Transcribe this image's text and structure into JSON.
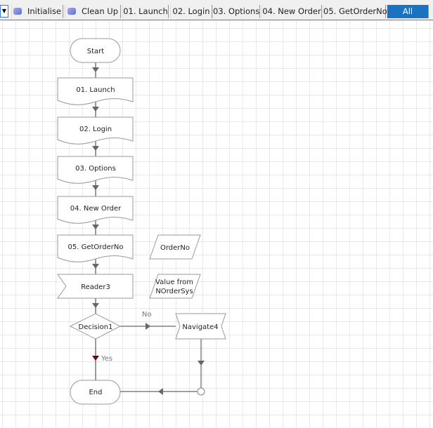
{
  "tabs": [
    {
      "label": "Initialise",
      "icon": "initialise-icon"
    },
    {
      "label": "Clean Up",
      "icon": "cleanup-icon"
    },
    {
      "label": "01. Launch"
    },
    {
      "label": "02. Login"
    },
    {
      "label": "03. Options"
    },
    {
      "label": "04. New Order"
    },
    {
      "label": "05. GetOrderNo"
    },
    {
      "label": "All",
      "active": true
    }
  ],
  "diagram": {
    "start": "Start",
    "stages": [
      "01. Launch",
      "02. Login",
      "03. Options",
      "04. New Order",
      "05. GetOrderNo"
    ],
    "reader": "Reader3",
    "decision": "Decision1",
    "no_label": "No",
    "yes_label": "Yes",
    "navigate": "Navigate4",
    "end": "End",
    "data_items": [
      [
        "OrderNo"
      ],
      [
        "Value from",
        "NOrderSys"
      ]
    ]
  },
  "colors": {
    "accent": "#1a73c0",
    "yes_arrow": "#7a0000",
    "grid": "#d0d0d0"
  }
}
